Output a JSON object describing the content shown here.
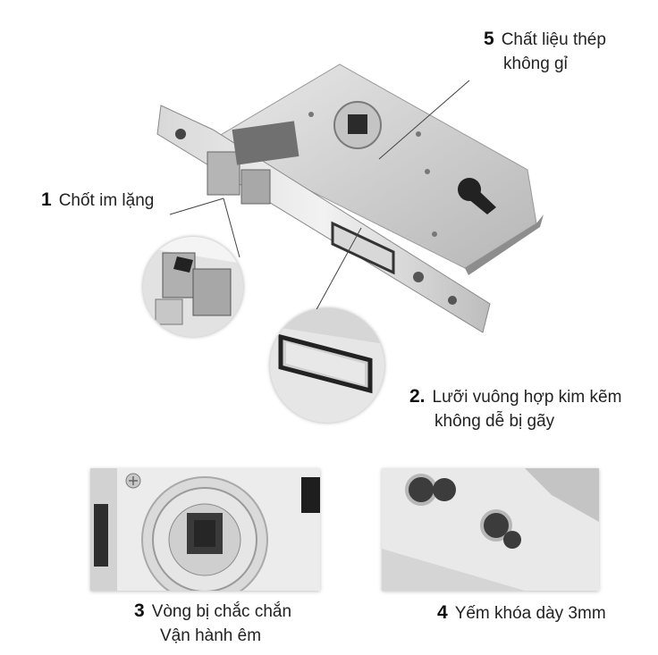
{
  "features": [
    {
      "number": "1",
      "lines": [
        "Chốt im lặng"
      ]
    },
    {
      "number": "2.",
      "lines": [
        "Lưỡi vuông hợp kim kẽm",
        "không dễ bị gãy"
      ]
    },
    {
      "number": "3",
      "lines": [
        "Vòng bị chắc chắn",
        "Vận hành êm"
      ]
    },
    {
      "number": "4",
      "lines": [
        "Yếm khóa dày 3mm"
      ]
    },
    {
      "number": "5",
      "lines": [
        "Chất liệu thép",
        "không gỉ"
      ]
    }
  ]
}
